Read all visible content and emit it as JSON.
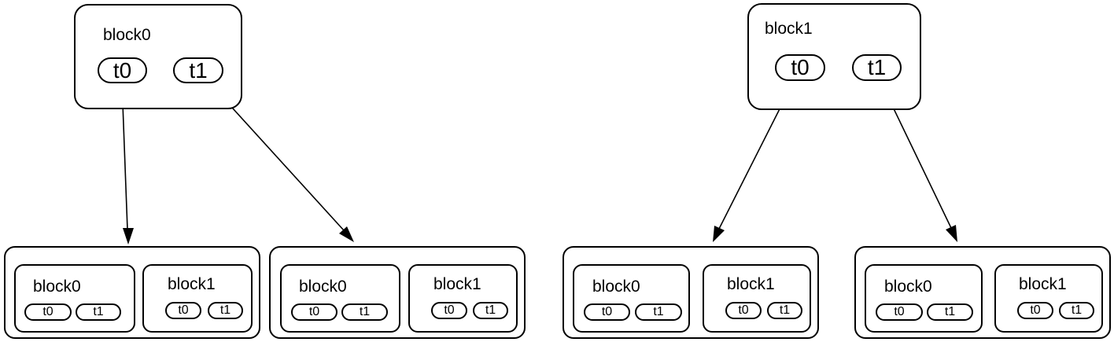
{
  "top": [
    {
      "label": "block0",
      "threads": [
        "t0",
        "t1"
      ]
    },
    {
      "label": "block1",
      "threads": [
        "t0",
        "t1"
      ]
    }
  ],
  "groups": [
    {
      "blocks": [
        {
          "label": "block0",
          "threads": [
            "t0",
            "t1"
          ]
        },
        {
          "label": "block1",
          "threads": [
            "t0",
            "t1"
          ]
        }
      ]
    },
    {
      "blocks": [
        {
          "label": "block0",
          "threads": [
            "t0",
            "t1"
          ]
        },
        {
          "label": "block1",
          "threads": [
            "t0",
            "t1"
          ]
        }
      ]
    },
    {
      "blocks": [
        {
          "label": "block0",
          "threads": [
            "t0",
            "t1"
          ]
        },
        {
          "label": "block1",
          "threads": [
            "t0",
            "t1"
          ]
        }
      ]
    },
    {
      "blocks": [
        {
          "label": "block0",
          "threads": [
            "t0",
            "t1"
          ]
        },
        {
          "label": "block1",
          "threads": [
            "t0",
            "t1"
          ]
        }
      ]
    }
  ]
}
